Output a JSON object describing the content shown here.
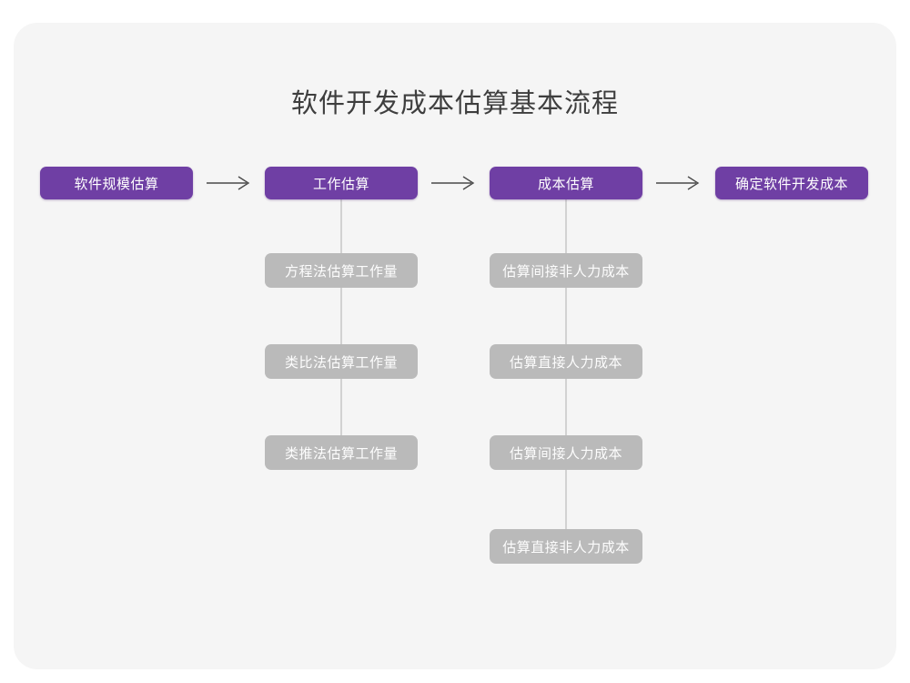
{
  "page": {
    "title": "软件开发成本估算基本流程",
    "background_color": "#ffffff",
    "card_color": "#f5f5f5",
    "accent_color": "#6f3fa4",
    "secondary_color": "#bababa",
    "connector_color": "#d2d2d2",
    "title_color": "#3e3e3e"
  },
  "flow": {
    "stages": [
      {
        "label": "软件规模估算"
      },
      {
        "label": "工作估算"
      },
      {
        "label": "成本估算"
      },
      {
        "label": "确定软件开发成本"
      }
    ],
    "arrows": [
      {
        "name": "arrow-1",
        "glyph": "arrow-right-icon"
      },
      {
        "name": "arrow-2",
        "glyph": "arrow-right-icon"
      },
      {
        "name": "arrow-3",
        "glyph": "arrow-right-icon"
      }
    ],
    "branch_work": [
      {
        "label": "方程法估算工作量"
      },
      {
        "label": "类比法估算工作量"
      },
      {
        "label": "类推法估算工作量"
      }
    ],
    "branch_cost": [
      {
        "label": "估算间接非人力成本"
      },
      {
        "label": "估算直接人力成本"
      },
      {
        "label": "估算间接人力成本"
      },
      {
        "label": "估算直接非人力成本"
      }
    ]
  }
}
